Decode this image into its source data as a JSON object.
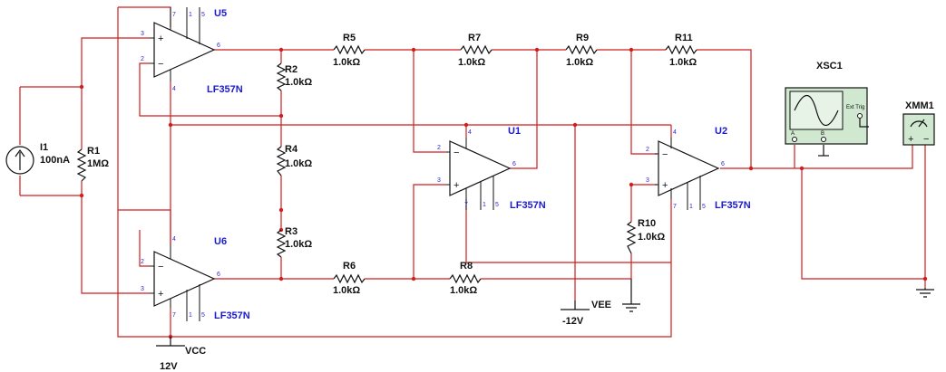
{
  "current_source": {
    "ref": "I1",
    "value": "100nA"
  },
  "resistors": [
    {
      "ref": "R1",
      "value": "1MΩ"
    },
    {
      "ref": "R2",
      "value": "1.0kΩ"
    },
    {
      "ref": "R3",
      "value": "1.0kΩ"
    },
    {
      "ref": "R4",
      "value": "1.0kΩ"
    },
    {
      "ref": "R5",
      "value": "1.0kΩ"
    },
    {
      "ref": "R6",
      "value": "1.0kΩ"
    },
    {
      "ref": "R7",
      "value": "1.0kΩ"
    },
    {
      "ref": "R8",
      "value": "1.0kΩ"
    },
    {
      "ref": "R9",
      "value": "1.0kΩ"
    },
    {
      "ref": "R10",
      "value": "1.0kΩ"
    },
    {
      "ref": "R11",
      "value": "1.0kΩ"
    }
  ],
  "opamps": [
    {
      "ref": "U5",
      "part": "LF357N"
    },
    {
      "ref": "U6",
      "part": "LF357N"
    },
    {
      "ref": "U1",
      "part": "LF357N"
    },
    {
      "ref": "U2",
      "part": "LF357N"
    }
  ],
  "supplies": {
    "vcc": {
      "name": "VCC",
      "value": "12V"
    },
    "vee": {
      "name": "VEE",
      "value": "-12V"
    }
  },
  "instruments": {
    "oscilloscope": {
      "ref": "XSC1",
      "trigger_label": "Ext Trig",
      "channel_a": "A",
      "channel_b": "B"
    },
    "multimeter": {
      "ref": "XMM1"
    }
  },
  "pin_numbers": {
    "p1": "1",
    "p2": "2",
    "p3": "3",
    "p4": "4",
    "p5": "5",
    "p6": "6",
    "p7": "7"
  },
  "symbols": {
    "plus": "+",
    "minus": "−"
  },
  "colors": {
    "wire": "#cc1f1f",
    "part_label": "#1a1acc",
    "scope_body": "#cfe8cf"
  }
}
